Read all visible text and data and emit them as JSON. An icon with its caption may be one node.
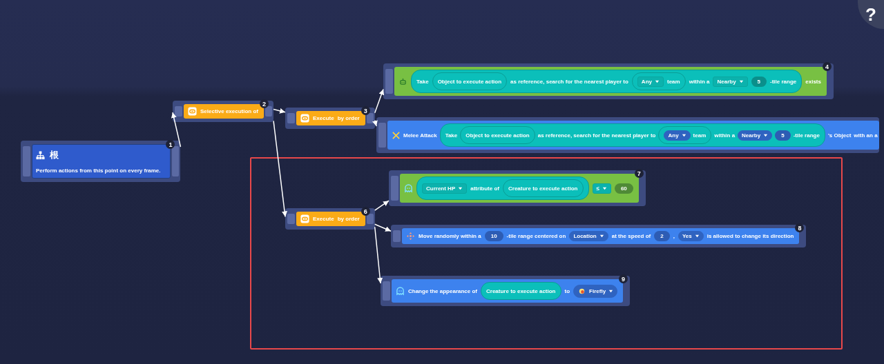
{
  "diagram": {
    "nodes": [
      {
        "text": [
          "根",
          "Perform actions from this point on every frame.",
          "1"
        ]
      },
      {
        "text": [
          "Selective execution of",
          "2"
        ]
      },
      {
        "text": [
          "Execute",
          "by order",
          "3"
        ]
      },
      {
        "text": [
          "exists",
          "4"
        ]
      },
      {
        "text": [
          "Take",
          "as reference, search for the nearest player to",
          "within a",
          "-tile range"
        ],
        "in": 3
      },
      {
        "text": [
          "Object to execute action"
        ],
        "in": 4
      },
      {
        "text": [
          "team"
        ],
        "in": 4
      },
      {
        "text": [
          "Any"
        ],
        "in": 6
      },
      {
        "text": [
          "Nearby"
        ],
        "in": 4
      },
      {
        "text": [
          "5"
        ],
        "in": 4
      },
      {
        "text": [
          "Melee Attack",
          "'s Object",
          "with an a"
        ]
      },
      {
        "text": [
          "Take",
          "as reference, search for the nearest player to",
          "within a",
          "-tile range"
        ],
        "in": 10
      },
      {
        "text": [
          "Object to execute action"
        ],
        "in": 11
      },
      {
        "text": [
          "team"
        ],
        "in": 11
      },
      {
        "text": [
          "Any"
        ],
        "in": 13
      },
      {
        "text": [
          "Nearby"
        ],
        "in": 11
      },
      {
        "text": [
          "5"
        ],
        "in": 11
      },
      {
        "text": [
          "Execute",
          "by order",
          "6"
        ]
      },
      {
        "text": [
          "7"
        ]
      },
      {
        "text": [
          "attribute of"
        ],
        "in": 18
      },
      {
        "text": [
          "Current HP"
        ],
        "in": 19
      },
      {
        "text": [
          "Creature to execute action"
        ],
        "in": 19
      },
      {
        "text": [
          "≤"
        ],
        "in": 18
      },
      {
        "text": [
          "60"
        ],
        "in": 18
      },
      {
        "text": [
          "Move randomly within a",
          "-tile range centered on",
          "at the speed of",
          ",",
          "is allowed to change its direction",
          "8"
        ]
      },
      {
        "text": [
          "10"
        ],
        "in": 24
      },
      {
        "text": [
          "Location"
        ],
        "in": 24
      },
      {
        "text": [
          "2"
        ],
        "in": 24
      },
      {
        "text": [
          "Yes"
        ],
        "in": 24
      },
      {
        "text": [
          "Change the appearance of",
          "to",
          "9"
        ]
      },
      {
        "text": [
          "Creature to execute action"
        ],
        "in": 29
      },
      {
        "text": [
          "Firefly"
        ],
        "in": 29
      }
    ],
    "edges": [
      {
        "from": 0,
        "to": 1,
        "arrow": "to"
      },
      {
        "from": 1,
        "to": 2,
        "arrow": "to"
      },
      {
        "from": 2,
        "to": 3,
        "arrow": "to"
      },
      {
        "from": 2,
        "to": 10,
        "arrow": "to"
      },
      {
        "from": 1,
        "to": 17,
        "arrow": "to"
      },
      {
        "from": 17,
        "to": 18,
        "arrow": "to"
      },
      {
        "from": 17,
        "to": 24,
        "arrow": "to"
      },
      {
        "from": 17,
        "to": 29,
        "arrow": "to"
      }
    ],
    "labels": [
      "?"
    ]
  }
}
